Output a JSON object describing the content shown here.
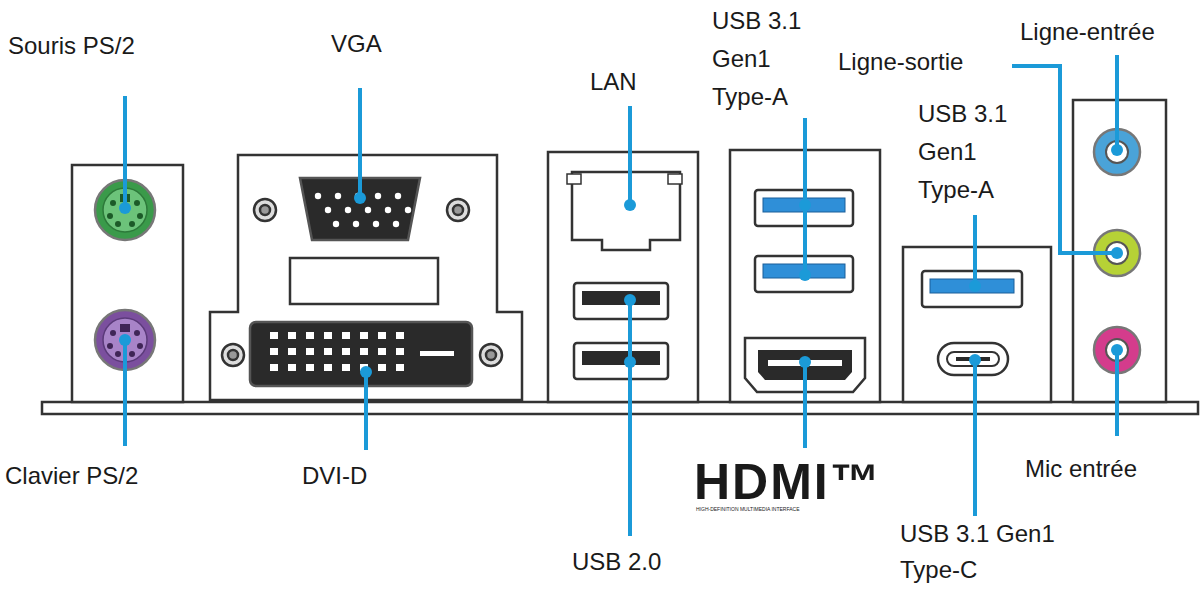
{
  "diagram": {
    "labels": [
      "Souris PS/2",
      "VGA",
      "LAN",
      "USB 3.1 Gen1 Type-A",
      "Ligne-entrée",
      "Ligne-sortie",
      "USB 3.1 Gen1 Type-A",
      "Clavier PS/2",
      "DVI-D",
      "USB 2.0",
      "HDMI™",
      "HIGH-DEFINITION MULTIMEDIA INTERFACE",
      "Mic entrée",
      "USB 3.1 Gen1 Type-C"
    ]
  }
}
